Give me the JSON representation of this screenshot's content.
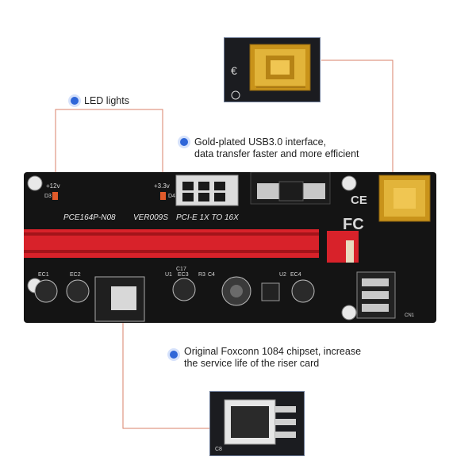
{
  "callouts": {
    "led": "LED lights",
    "usb_line1": "Gold-plated USB3.0 interface,",
    "usb_line2": "data transfer faster and more efficient",
    "chip_line1": "Original Foxconn 1084 chipset, increase",
    "chip_line2": "the service life of the riser card"
  },
  "board": {
    "model": "PCE164P-N08",
    "version": "VER009S",
    "slot": "PCI-E 1X TO 16X",
    "v12": "+12v",
    "v33": "+3.3v",
    "ec1": "EC1",
    "ec2": "EC2",
    "ec3": "EC3",
    "ec4": "EC4",
    "u1": "U1",
    "u2": "U2",
    "r3": "R3",
    "c4": "C4",
    "d3": "D3",
    "d4": "D4",
    "c17": "C17",
    "cn1": "CN1",
    "c8": "C8",
    "fc": "FC",
    "ce": "CE"
  },
  "colors": {
    "pcb": "#141414",
    "slot": "#d8222a",
    "callout_line": "#d9826a",
    "bullet": "#2f66d8",
    "gold": "#d9a41e"
  }
}
